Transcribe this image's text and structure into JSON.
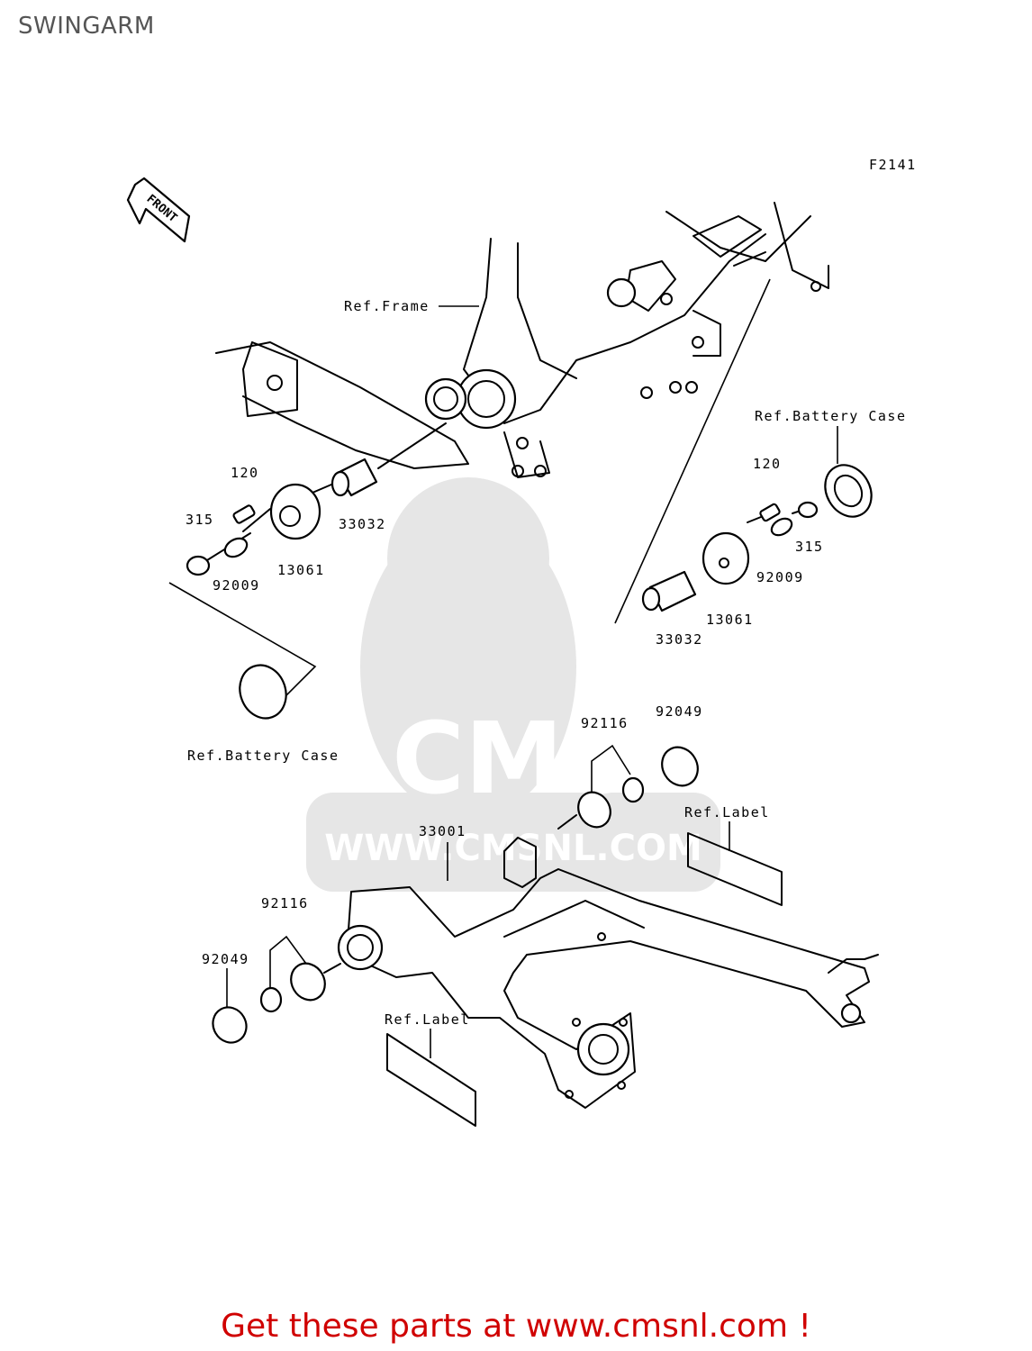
{
  "header": {
    "title": "SWINGARM"
  },
  "figure_code": "F2141",
  "front_arrow": "FRONT",
  "watermark": {
    "url": "WWW.CMSNL.COM",
    "brand": "CMS"
  },
  "labels": {
    "ref_frame": "Ref.Frame",
    "ref_battery_case_left": "Ref.Battery Case",
    "ref_battery_case_right": "Ref.Battery Case",
    "ref_label_upper": "Ref.Label",
    "ref_label_lower": "Ref.Label",
    "p120_left": "120",
    "p315_left": "315",
    "p92009_left": "92009",
    "p13061_left": "13061",
    "p33032_left": "33032",
    "p120_right": "120",
    "p315_right": "315",
    "p92009_right": "92009",
    "p13061_right": "13061",
    "p33032_right": "33032",
    "p92116_upper": "92116",
    "p92049_upper": "92049",
    "p33001": "33001",
    "p92116_lower": "92116",
    "p92049_lower": "92049"
  },
  "footer": {
    "cta": "Get these parts at www.cmsnl.com !"
  },
  "colors": {
    "cta": "#d00000",
    "title": "#555555",
    "watermark": "#e6e6e6"
  }
}
